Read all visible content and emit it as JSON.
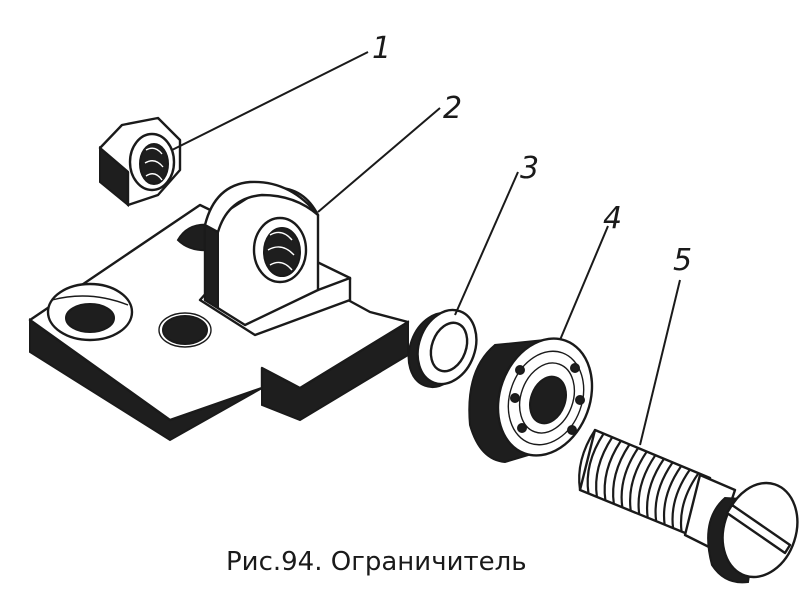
{
  "callouts": [
    {
      "id": "1",
      "label": "1"
    },
    {
      "id": "2",
      "label": "2"
    },
    {
      "id": "3",
      "label": "3"
    },
    {
      "id": "4",
      "label": "4"
    },
    {
      "id": "5",
      "label": "5"
    }
  ],
  "caption": "Рис.94. Ограничитель",
  "colors": {
    "ink": "#1a1a1a",
    "paper": "#ffffff"
  }
}
